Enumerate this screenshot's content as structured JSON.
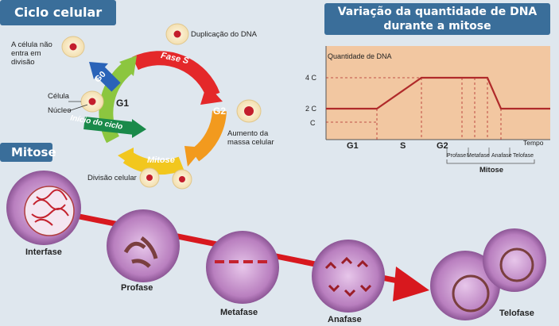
{
  "cycle": {
    "title": "Ciclo celular",
    "phases": {
      "s": "Fase S",
      "g2": "G2",
      "mitose": "Mitose",
      "inicio": "Início do ciclo",
      "g1": "G1",
      "g0": "G0"
    },
    "labels": {
      "nao_divide": "A célula não entra em divisão",
      "duplicacao": "Duplicação do DNA",
      "aumento": "Aumento da massa celular",
      "divisao": "Divisão celular",
      "celula": "Célula",
      "nucleo": "Núcleo"
    }
  },
  "dna": {
    "title_line1": "Variação da quantidade de DNA",
    "title_line2": "durante a mitose",
    "ylabel": "Quantidade de DNA",
    "xlabel": "Tempo",
    "yticks": [
      "4 C",
      "2 C",
      "C"
    ],
    "phases": [
      "G1",
      "S",
      "G2"
    ],
    "sub_phases": [
      "Profase",
      "Metafase",
      "Anafase",
      "Telofase"
    ],
    "mitose_label": "Mitose"
  },
  "chart_data": {
    "type": "line",
    "title": "Variação da quantidade de DNA durante a mitose",
    "xlabel": "Tempo",
    "ylabel": "Quantidade de DNA",
    "y_units_of_C": [
      2,
      2,
      4,
      4,
      2,
      2
    ],
    "x_segments": [
      "G1",
      "G1/S",
      "S/G2",
      "Anafase",
      "Telofase",
      "end"
    ],
    "color": "#b02a2a",
    "fill": "#f2c7a1"
  },
  "mitosis": {
    "title": "Mitose",
    "stages": [
      "Interfase",
      "Profase",
      "Metafase",
      "Anafase",
      "Telofase"
    ]
  }
}
